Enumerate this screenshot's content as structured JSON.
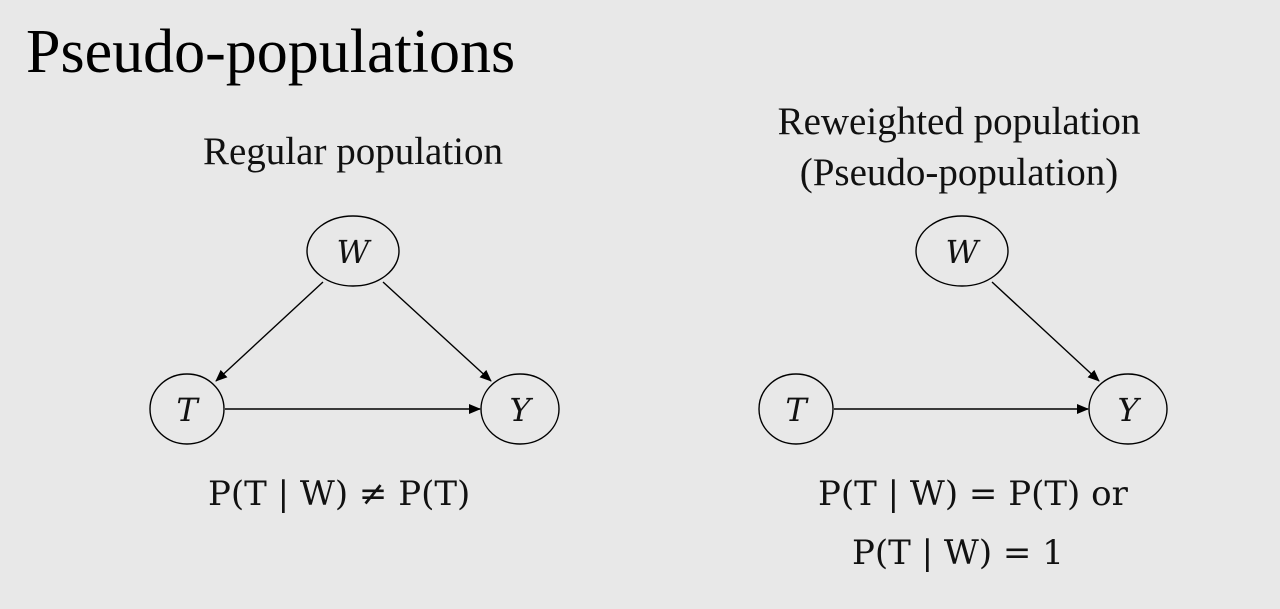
{
  "title": "Pseudo-populations",
  "left_panel": {
    "heading": "Regular population",
    "nodes": {
      "w": "W",
      "t": "T",
      "y": "Y"
    },
    "formula": "P(T | W) ≠ P(T)"
  },
  "right_panel": {
    "heading_line1": "Reweighted population",
    "heading_line2": "(Pseudo-population)",
    "nodes": {
      "w": "W",
      "t": "T",
      "y": "Y"
    },
    "formula_line1": "P(T | W) = P(T) or",
    "formula_line2": "P(T | W) = 1"
  }
}
